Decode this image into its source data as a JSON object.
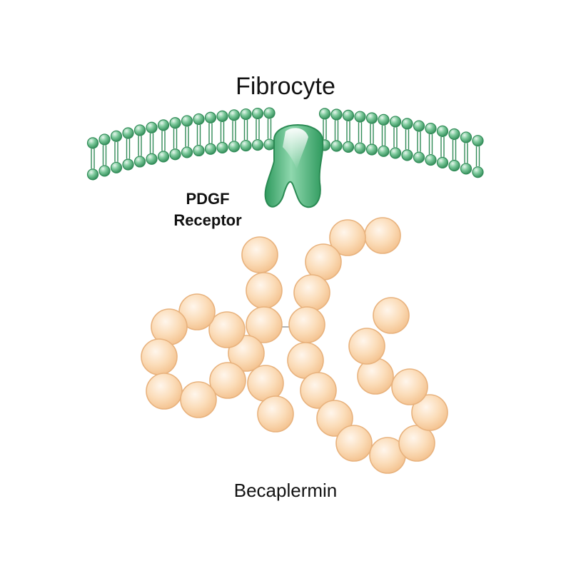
{
  "labels": {
    "cell": "Fibrocyte",
    "receptor_line1": "PDGF",
    "receptor_line2": "Receptor",
    "molecule": "Becaplermin"
  },
  "colors": {
    "membrane_fill": "#5fba86",
    "membrane_stroke": "#2f8a56",
    "receptor": "#3aa76b",
    "bead_fill": "#fad7b0",
    "bead_stroke": "#e8b27d",
    "text": "#111111"
  },
  "icons": {
    "membrane": "lipid-bilayer-icon",
    "receptor": "receptor-protein-icon",
    "molecule": "bead-chain-protein-icon"
  }
}
